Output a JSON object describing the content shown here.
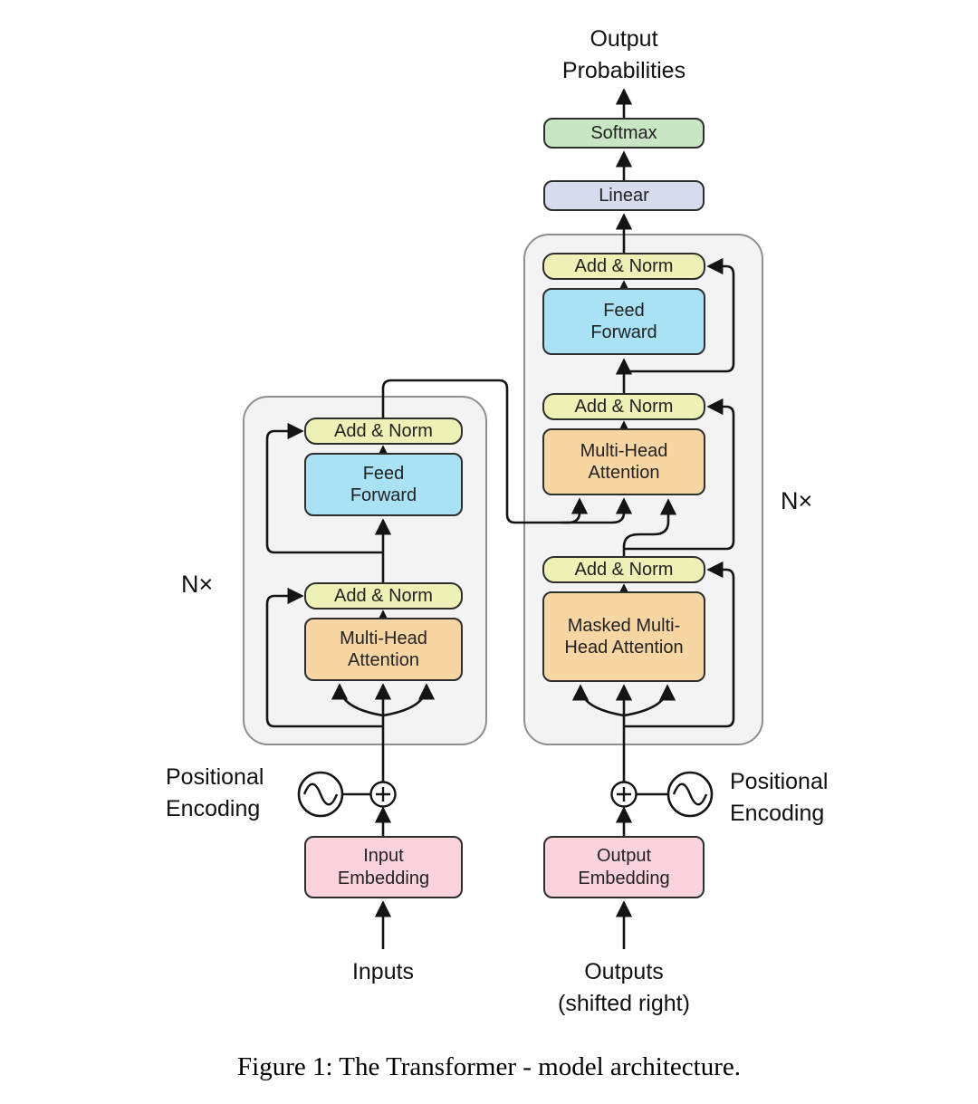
{
  "figure": {
    "caption": "Figure 1: The Transformer - model architecture.",
    "labels": {
      "output_probabilities": "Output Probabilities",
      "softmax": "Softmax",
      "linear": "Linear",
      "add_norm": "Add & Norm",
      "feed_forward": "Feed Forward",
      "multi_head_attention": "Multi-Head Attention",
      "masked_multi_head_attention": "Masked Multi-Head Attention",
      "input_embedding": "Input Embedding",
      "output_embedding": "Output Embedding",
      "inputs": "Inputs",
      "outputs_line1": "Outputs",
      "outputs_line2": "(shifted right)",
      "positional_encoding": "Positional Encoding",
      "n_times": "N×"
    },
    "colors": {
      "softmax": "#c8e6c3",
      "linear": "#d6dbee",
      "add_norm": "#edf1b5",
      "feed_forward": "#a9e1f5",
      "attention": "#f8d6a4",
      "embedding": "#fbd3dd",
      "container_fill": "#f3f3f3",
      "container_border": "#8f8f8f",
      "box_border": "#2e2e2e",
      "wire": "#141414"
    }
  }
}
